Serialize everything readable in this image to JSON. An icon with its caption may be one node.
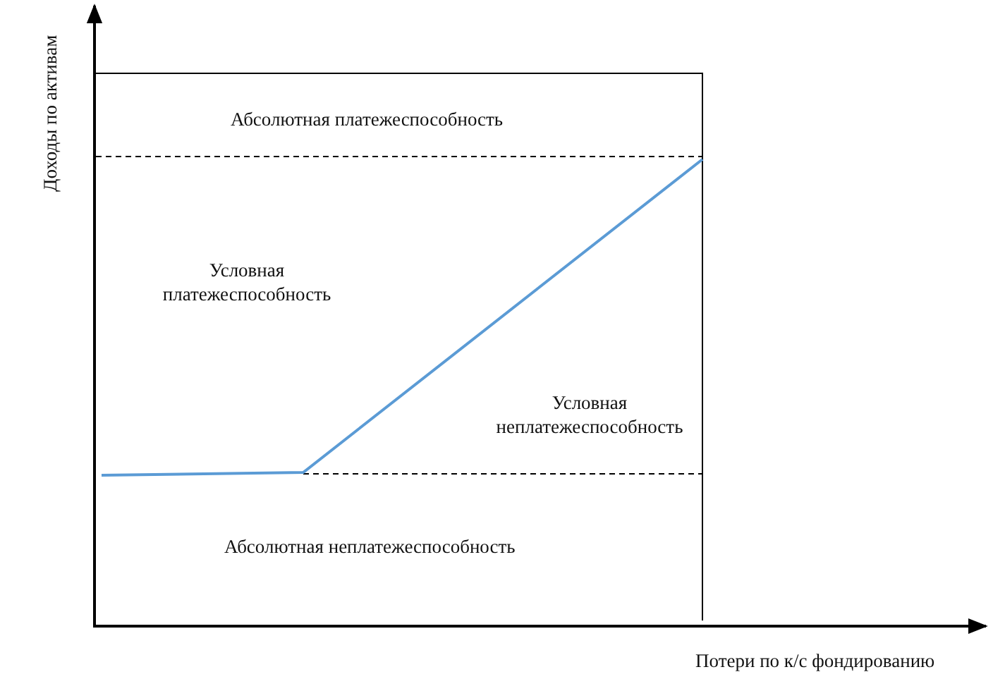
{
  "diagram": {
    "labels": [
      "Доходы по активам",
      "Абсолютная платежеспособность",
      "Условная платежеспособность",
      "Условная неплатежеспособность",
      "Абсолютная неплатежеспособность",
      "Потери по к/с фондированию"
    ]
  }
}
